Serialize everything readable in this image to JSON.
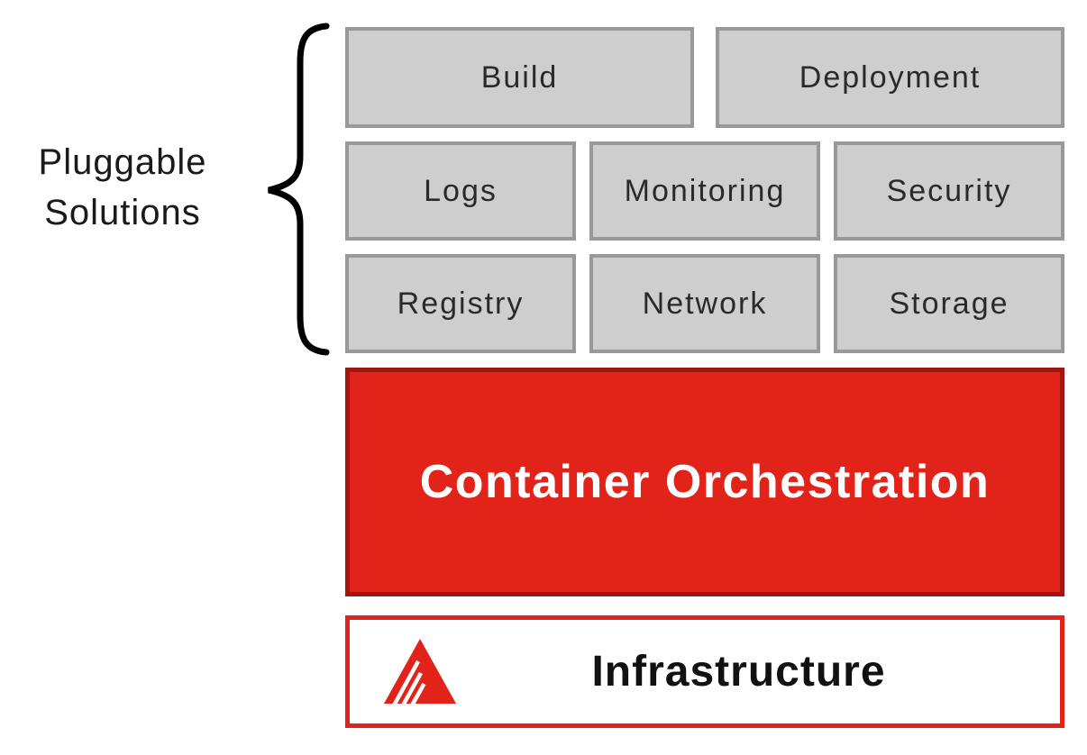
{
  "pluggable": {
    "label_lines": [
      "Pluggable",
      "Solutions"
    ],
    "rows": [
      {
        "items": [
          "Build",
          "Deployment"
        ]
      },
      {
        "items": [
          "Logs",
          "Monitoring",
          "Security"
        ]
      },
      {
        "items": [
          "Registry",
          "Network",
          "Storage"
        ]
      }
    ]
  },
  "orchestration": {
    "label": "Container Orchestration"
  },
  "infrastructure": {
    "label": "Infrastructure",
    "icon": "red-striped-triangle-mountain-icon"
  },
  "colors": {
    "gray_fill": "#cecece",
    "gray_border": "#999999",
    "red_fill": "#e2231a",
    "red_border": "#a21510",
    "text_dark": "#1a1a1a"
  }
}
